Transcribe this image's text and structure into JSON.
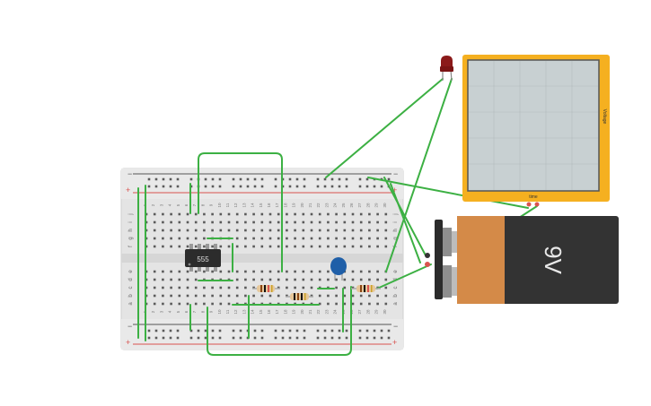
{
  "circuit": {
    "chip_label": "555",
    "battery_label": "9V",
    "scope_label": "Voltage",
    "scope_time_label": "time",
    "rail_plus": "+",
    "rail_minus": "−",
    "row_letters_top": [
      "j",
      "i",
      "h",
      "g",
      "f"
    ],
    "row_letters_bottom": [
      "e",
      "d",
      "c",
      "b",
      "a"
    ],
    "column_numbers": [
      "1",
      "2",
      "3",
      "4",
      "5",
      "6",
      "7",
      "8",
      "9",
      "10",
      "11",
      "12",
      "13",
      "14",
      "15",
      "16",
      "17",
      "18",
      "19",
      "20",
      "21",
      "22",
      "23",
      "24",
      "25",
      "26",
      "27",
      "28",
      "29",
      "30"
    ]
  },
  "colors": {
    "wire": "#3cb043",
    "board": "#e4e4e4",
    "rail_red": "#d9534f",
    "scope_frame": "#f5b020",
    "scope_screen": "#c8d0d2",
    "battery_body": "#333333",
    "battery_label_band": "#d48a48",
    "led": "#8b1a1a",
    "capacitor": "#1f5fa8",
    "chip": "#2c2c2c"
  }
}
